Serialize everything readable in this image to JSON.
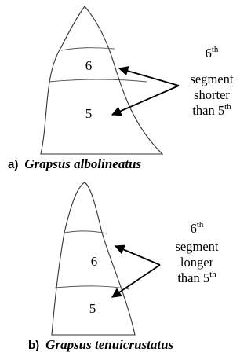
{
  "panel_a": {
    "segment_upper": "6",
    "segment_lower": "5",
    "note": {
      "line1_num": "6",
      "line1_sup": "th",
      "line2": "segment",
      "line3": "shorter",
      "line4_text": "than 5",
      "line4_sup": "th"
    },
    "caption_letter": "a)",
    "caption_species": "Grapsus albolineatus"
  },
  "panel_b": {
    "segment_upper": "6",
    "segment_lower": "5",
    "note": {
      "line1_num": "6",
      "line1_sup": "th",
      "line2": "segment",
      "line3": "longer",
      "line4_text": "than 5",
      "line4_sup": "th"
    },
    "caption_letter": "b)",
    "caption_species": "Grapsus tenuicrustatus"
  }
}
